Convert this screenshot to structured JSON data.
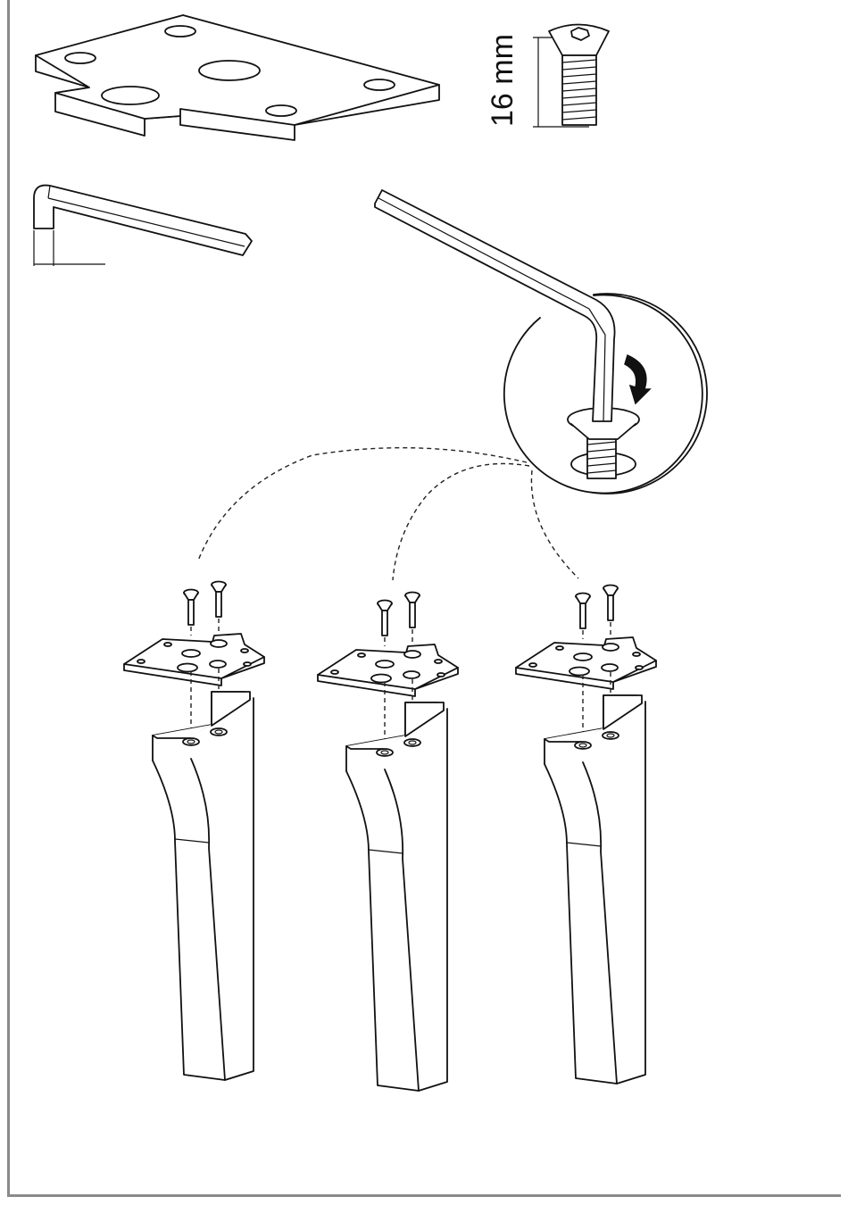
{
  "diagram": {
    "screw_length_label": "16 mm",
    "leg_count": 3,
    "screws_per_leg": 2,
    "colors": {
      "line": "#111111",
      "frame": "#8a8a8a",
      "background": "#ffffff"
    }
  }
}
